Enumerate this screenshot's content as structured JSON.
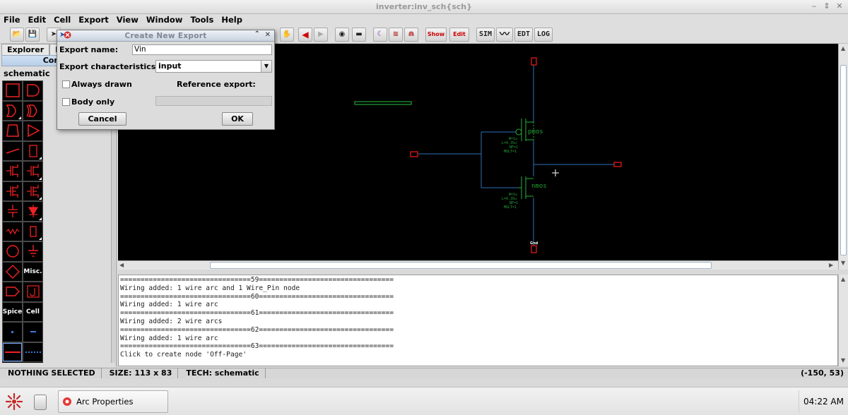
{
  "window": {
    "title": "inverter:inv_sch{sch}"
  },
  "menu": [
    "File",
    "Edit",
    "Cell",
    "Export",
    "View",
    "Window",
    "Tools",
    "Help"
  ],
  "toolbar": {
    "show_label": "Show",
    "edit_label": "Edit",
    "sim_label": "SIM",
    "edt_label": "EDT",
    "log_label": "LOG"
  },
  "left_panel": {
    "tabs": [
      "Explorer",
      "L"
    ],
    "components_tab": "Compo",
    "palette_title": "schematic",
    "palette_text": {
      "misc": "Misc.",
      "spice": "Spice",
      "cell": "Cell"
    }
  },
  "canvas": {
    "pmos_label": "pmos",
    "nmos_label": "nmos",
    "pmos_params": [
      "W=1u",
      "L=0.35u",
      "NF=1",
      "MULT=1"
    ],
    "nmos_params": [
      "W=1u",
      "L=0.35u",
      "NF=1",
      "MULT=1"
    ],
    "gnd_label": "Gnd"
  },
  "messages": [
    "================================59=================================",
    "Wiring added: 1 wire arc and 1 Wire_Pin node",
    "================================60=================================",
    "Wiring added: 1 wire arc",
    "================================61=================================",
    "Wiring added: 2 wire arcs",
    "================================62=================================",
    "Wiring added: 1 wire arc",
    "================================63=================================",
    "Click to create node 'Off-Page'"
  ],
  "status": {
    "selection": "NOTHING SELECTED",
    "size": "SIZE: 113 x 83",
    "tech": "TECH: schematic",
    "coords": "(-150, 53)"
  },
  "dialog": {
    "title": "Create New Export",
    "export_name_label": "Export name:",
    "export_name_value": "Vin",
    "characteristics_label": "Export characteristics:",
    "characteristics_value": "input",
    "always_drawn_label": "Always drawn",
    "body_only_label": "Body only",
    "reference_label": "Reference export:",
    "cancel_label": "Cancel",
    "ok_label": "OK"
  },
  "taskbar": {
    "task_label": "Arc Properties",
    "clock": "04:22 AM"
  },
  "colors": {
    "canvas_bg": "#000000",
    "wire_blue": "#2e6fb8",
    "transistor_green": "#25a035",
    "pin_red": "#d11818"
  }
}
